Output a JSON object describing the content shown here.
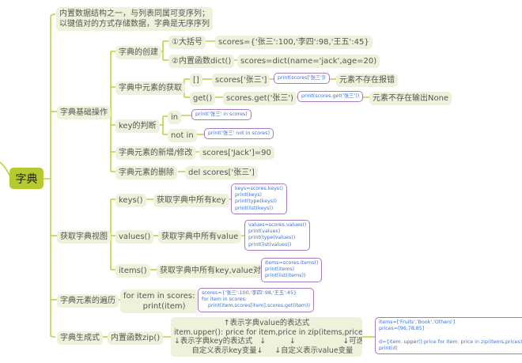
{
  "root": "字典",
  "description": "内置数据结构之一，与列表同属可变序列；\n以键值对的方式存储数据，字典是无序序列",
  "basic_ops": {
    "label": "字典基础操作",
    "creation": {
      "label": "字典的创建",
      "braces": {
        "label": "①大括号",
        "code": "scores={'张三':100,'李四':98,'王五':45}"
      },
      "dict_func": {
        "label": "②内置函数dict()",
        "code": "scores=dict(name='jack',age=20)"
      }
    },
    "access": {
      "label": "字典中元素的获取",
      "brackets": {
        "label": "[]",
        "expr": "scores['张三']",
        "print": "print(scores['张三'])",
        "note": "元素不存在报错"
      },
      "get": {
        "label": "get()",
        "expr": "scores.get('张三')",
        "print": "print(scores.get('张三'))",
        "note": "元素不存在输出None"
      }
    },
    "key_check": {
      "label": "key的判断",
      "in": {
        "label": "in",
        "code": "print('张三' in scores)"
      },
      "not_in": {
        "label": "not in",
        "code": "print('张三' not in scores)"
      }
    },
    "add_modify": {
      "label": "字典元素的新增/修改",
      "code": "scores['Jack']=90"
    },
    "delete": {
      "label": "字典元素的删除",
      "code": "del scores['张三']"
    }
  },
  "views": {
    "label": "获取字典视图",
    "keys": {
      "label": "keys()",
      "desc": "获取字典中所有key",
      "code": "keys=scores.keys()\nprint(keys)\nprint(type(keys))\nprint(list(keys))"
    },
    "values": {
      "label": "values()",
      "desc": "获取字典中所有value",
      "code": "values=scores.values()\nprint(values)\nprint(type(values))\nprint(list(values))"
    },
    "items": {
      "label": "items()",
      "desc": "获取字典中所有key,value对",
      "code": "items=scores.items()\nprint(items)\nprint(list(items))"
    }
  },
  "iteration": {
    "label": "字典元素的遍历",
    "loop": "for item in scores:\n    print(item)",
    "code": "scores={'张三':100,'李四':98,'王五':45}\nfor item in scores:\n    print(item,scores[item],scores.get(item))"
  },
  "comprehension": {
    "label": "字典生成式",
    "zip": "内置函数zip()",
    "explain": "↑表示字典value的表达式\nitem.upper(): price for item,price in zip(items,prices)\n↓表示字典key的表达式   ↓          ↓                    ↓可迭代对象\n     自定义表示key变量↓     ↓自定义表示value变量",
    "code": "items=['Fruits','Book','Others']\nprices=[96,78,85]\n\nd={item. upper():price for item. price in zip(items,prices)}\nprint(d)"
  },
  "colors": {
    "line": "#c3d146",
    "node_fill": "#eef2da",
    "root_fill": "#b6c92f",
    "code_border": "#a57cbd",
    "code_text": "#3f73d6"
  }
}
